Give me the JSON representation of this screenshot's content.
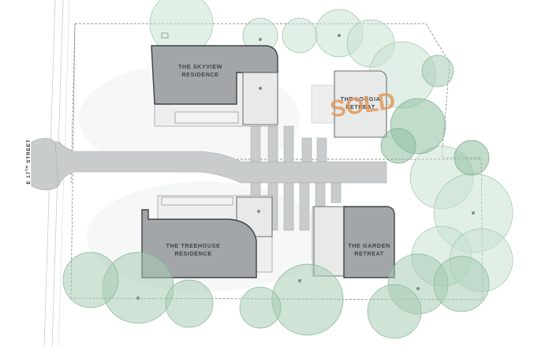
{
  "street": {
    "name": "E 17",
    "suffix": "TH",
    "word": "STREET"
  },
  "residences": [
    {
      "id": "skyview",
      "line1": "THE SKYVIEW",
      "line2": "RESIDENCE",
      "status": ""
    },
    {
      "id": "loggia",
      "line1": "THE LOGGIA",
      "line2": "RETREAT",
      "status": "SOLD"
    },
    {
      "id": "treehouse",
      "line1": "THE TREEHOUSE",
      "line2": "RESIDENCE",
      "status": ""
    },
    {
      "id": "garden",
      "line1": "THE GARDEN",
      "line2": "RETREAT",
      "status": ""
    }
  ],
  "colors": {
    "building": "#a2a6a8",
    "sold_stamp": "#e29a5f",
    "tree": "#a8ccb6",
    "drive": "#c9cccd"
  }
}
